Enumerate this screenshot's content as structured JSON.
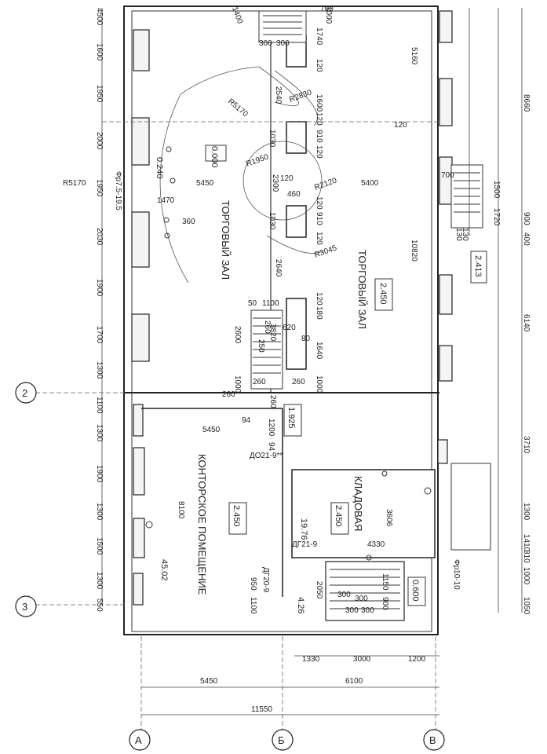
{
  "rooms": {
    "sales_hall_left": "ТОРГОВЫЙ ЗАЛ",
    "sales_hall_right": "ТОРГОВЫЙ ЗАЛ",
    "office": "КОНТОРСКОЕ ПОМЕЩЕНИЕ",
    "storage": "КЛАДОВАЯ"
  },
  "levels": {
    "sales_left": "0.000",
    "sales_right": "2.450",
    "step_level": "2.413",
    "mid_level": "1.925",
    "office_level": "2.450",
    "storage_level": "2.450",
    "stair_level": "0.600",
    "small_level": "0.240"
  },
  "areas": {
    "office": "45.02",
    "storage": "19.76",
    "stair": "4.26"
  },
  "door_marks": {
    "d1": "ДО21-9**",
    "d2": "ДГ21-9",
    "d3": "ДГ20-9",
    "w1": "Фр7.5-19.5",
    "w2": "Фр10-10"
  },
  "axes": {
    "a": "А",
    "b": "Б",
    "v": "В",
    "n2": "2",
    "n3": "3"
  },
  "left_dims": [
    "1600",
    "1950",
    "2000",
    "1950",
    "2030",
    "1900",
    "1700",
    "1300",
    "1100",
    "1300",
    "1900",
    "1300",
    "1500",
    "1300",
    "550",
    "4500"
  ],
  "right_dims": [
    "8660",
    "6140",
    "3710",
    "1300",
    "1410",
    "310",
    "1000",
    "1050",
    "900",
    "400"
  ],
  "right_inner_dims": [
    "5160",
    "10820",
    "1500",
    "1720",
    "700",
    "130"
  ],
  "bottom_dims": [
    "1330",
    "3000",
    "1200",
    "5450",
    "6100",
    "11550"
  ],
  "column_dims": [
    "1740",
    "120",
    "910",
    "120",
    "1030",
    "120",
    "910",
    "120",
    "1030",
    "120",
    "180",
    "1640",
    "1000",
    "1600",
    "120",
    "300",
    "300"
  ],
  "radii": [
    "R5170",
    "R5170",
    "R2830",
    "R1950",
    "R2120",
    "R3045"
  ],
  "misc_dims": [
    "5450",
    "5400",
    "1470",
    "360",
    "2540",
    "2640",
    "460",
    "2300",
    "3820",
    "2600",
    "620",
    "80",
    "260",
    "250",
    "1000",
    "260",
    "260",
    "260",
    "260",
    "94",
    "1200",
    "94",
    "5450",
    "8100",
    "4330",
    "3606",
    "2050",
    "1150",
    "900",
    "300",
    "950",
    "1100",
    "50",
    "1100",
    "300",
    "300",
    "300",
    "120",
    "120",
    "130"
  ],
  "top_marks": [
    "1400",
    "1000",
    "700"
  ]
}
